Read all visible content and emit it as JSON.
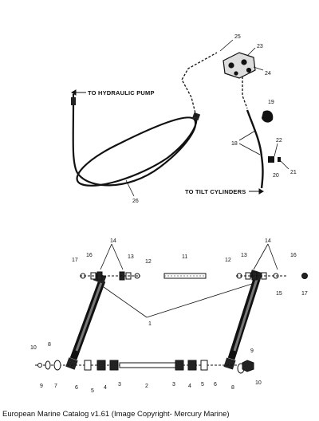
{
  "labels": {
    "to_pump": "TO HYDRAULIC PUMP",
    "to_tilt": "TO TILT CYLINDERS"
  },
  "callouts": {
    "c1": "1",
    "c2": "2",
    "c3a": "3",
    "c3b": "3",
    "c4a": "4",
    "c4b": "4",
    "c5a": "5",
    "c5b": "5",
    "c6a": "6",
    "c6b": "6",
    "c7": "7",
    "c8a": "8",
    "c8b": "8",
    "c9a": "9",
    "c9b": "9",
    "c10a": "10",
    "c10b": "10",
    "c11": "11",
    "c12a": "12",
    "c12b": "12",
    "c13a": "13",
    "c13b": "13",
    "c14a": "14",
    "c14b": "14",
    "c15": "15",
    "c16a": "16",
    "c16b": "16",
    "c17a": "17",
    "c17b": "17",
    "c18": "18",
    "c19": "19",
    "c20": "20",
    "c21": "21",
    "c22": "22",
    "c23": "23",
    "c24": "24",
    "c25": "25",
    "c26": "26"
  },
  "caption": "European Marine Catalog v1.61 (Image Copyright- Mercury Marine)"
}
